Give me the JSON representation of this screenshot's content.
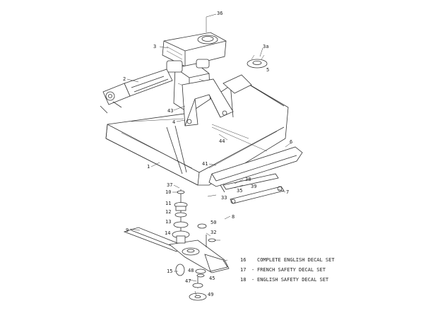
{
  "diagram": {
    "callouts": [
      {
        "id": "c36",
        "text": "36"
      },
      {
        "id": "c3",
        "text": "3"
      },
      {
        "id": "c3a",
        "text": "3a"
      },
      {
        "id": "c5",
        "text": "5"
      },
      {
        "id": "c2",
        "text": "2"
      },
      {
        "id": "c43",
        "text": "43"
      },
      {
        "id": "c4",
        "text": "4"
      },
      {
        "id": "c1",
        "text": "1"
      },
      {
        "id": "c44",
        "text": "44"
      },
      {
        "id": "c6",
        "text": "6"
      },
      {
        "id": "c41",
        "text": "41"
      },
      {
        "id": "c38",
        "text": "38"
      },
      {
        "id": "c39",
        "text": "39"
      },
      {
        "id": "c7",
        "text": "7"
      },
      {
        "id": "c37",
        "text": "37"
      },
      {
        "id": "c10",
        "text": "10"
      },
      {
        "id": "c11",
        "text": "11"
      },
      {
        "id": "c12",
        "text": "12"
      },
      {
        "id": "c13",
        "text": "13"
      },
      {
        "id": "c14",
        "text": "14"
      },
      {
        "id": "c9",
        "text": "9"
      },
      {
        "id": "c35",
        "text": "35"
      },
      {
        "id": "c33",
        "text": "33"
      },
      {
        "id": "c8",
        "text": "8"
      },
      {
        "id": "c50",
        "text": "50"
      },
      {
        "id": "c32",
        "text": "32"
      },
      {
        "id": "c15",
        "text": "15"
      },
      {
        "id": "c48",
        "text": "48"
      },
      {
        "id": "c45",
        "text": "45"
      },
      {
        "id": "c47",
        "text": "47"
      },
      {
        "id": "c49",
        "text": "49"
      }
    ],
    "legend": [
      {
        "number": "16",
        "dash": "",
        "text": "COMPLETE ENGLISH DECAL SET"
      },
      {
        "number": "17",
        "dash": "-",
        "text": "FRENCH SAFETY DECAL SET"
      },
      {
        "number": "18",
        "dash": "-",
        "text": "ENGLISH SAFETY DECAL SET"
      }
    ]
  }
}
